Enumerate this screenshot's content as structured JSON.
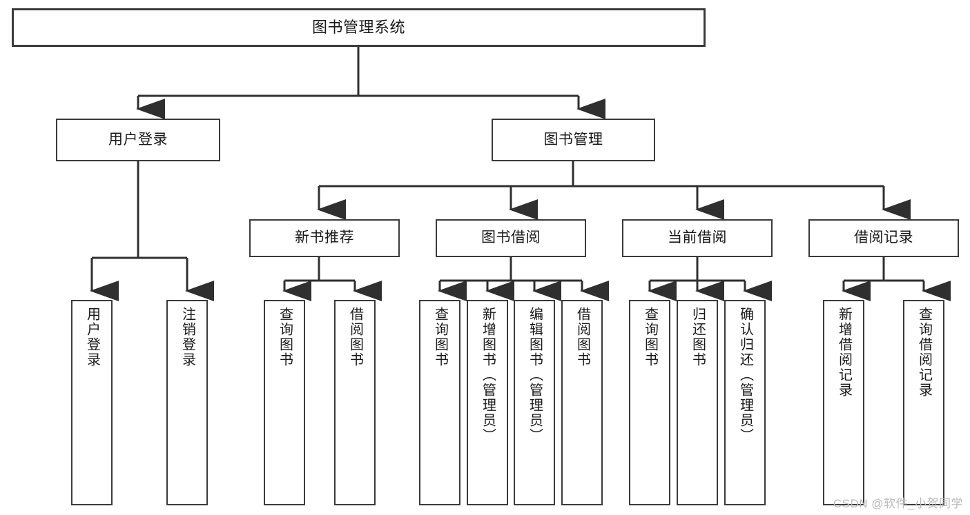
{
  "diagram": {
    "title": "图书管理系统",
    "type": "hierarchy-tree",
    "levels": 4,
    "root": {
      "label": "图书管理系统"
    },
    "level2": [
      {
        "label": "用户登录"
      },
      {
        "label": "图书管理"
      }
    ],
    "level3": [
      {
        "label": "新书推荐"
      },
      {
        "label": "图书借阅"
      },
      {
        "label": "当前借阅"
      },
      {
        "label": "借阅记录"
      }
    ],
    "leaves": {
      "user_login": [
        {
          "label": "用户登录"
        },
        {
          "label": "注销登录"
        }
      ],
      "new_book_recommend": [
        {
          "label": "查询图书"
        },
        {
          "label": "借阅图书"
        }
      ],
      "book_borrow": [
        {
          "label": "查询图书"
        },
        {
          "label": "新增图书（管理员）"
        },
        {
          "label": "编辑图书（管理员）"
        },
        {
          "label": "借阅图书"
        }
      ],
      "current_borrow": [
        {
          "label": "查询图书"
        },
        {
          "label": "归还图书"
        },
        {
          "label": "确认归还（管理员）"
        }
      ],
      "borrow_record": [
        {
          "label": "新增借阅记录"
        },
        {
          "label": "查询借阅记录"
        }
      ]
    }
  },
  "watermark": {
    "text": "CSDN @软件_小贺同学"
  },
  "colors": {
    "background": "#ffffff",
    "border": "#3a3a3a",
    "text": "#1a1a1a",
    "connector": "#2f2f2f",
    "watermark": "#b9b9b9"
  }
}
